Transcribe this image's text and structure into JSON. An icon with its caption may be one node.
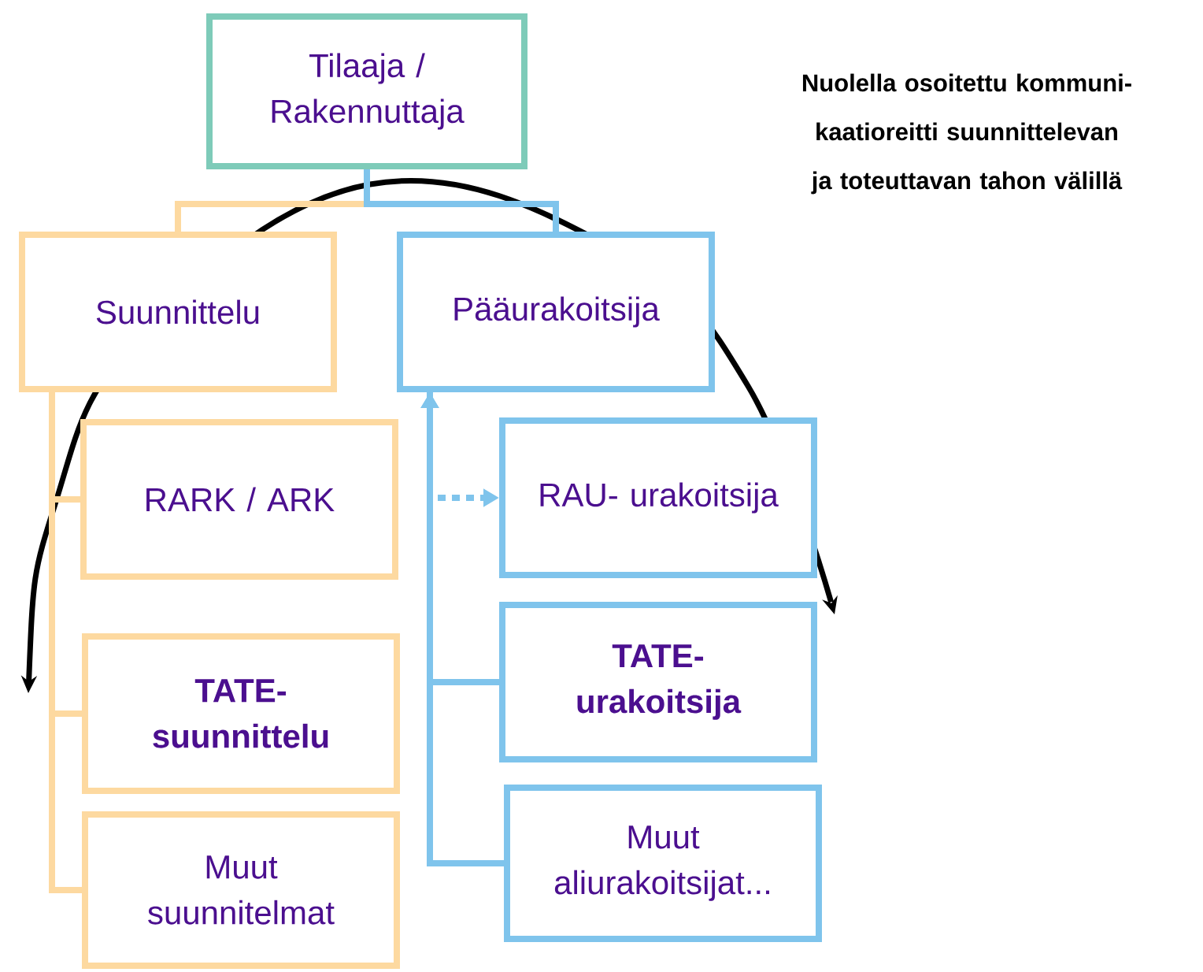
{
  "diagram": {
    "nodes": [
      {
        "text": [
          "Tilaaja / Rakennuttaja"
        ]
      },
      {
        "text": [
          "Suunnittelu"
        ]
      },
      {
        "text": [
          "Pääurakoitsija"
        ]
      },
      {
        "text": [
          "RARK / ARK"
        ]
      },
      {
        "text": [
          "TATE- suunnittelu"
        ]
      },
      {
        "text": [
          "Muut suunnitelmat"
        ]
      },
      {
        "text": [
          "RAU- urakoitsija"
        ]
      },
      {
        "text": [
          "TATE- urakoitsija"
        ]
      },
      {
        "text": [
          "Muut aliurakoitsijat..."
        ]
      }
    ],
    "edges": [
      {
        "from": 0,
        "to": 1,
        "arrow": "none",
        "color": "#fdd9a0"
      },
      {
        "from": 0,
        "to": 2,
        "arrow": "none",
        "color": "#7fc4ec"
      },
      {
        "from": 1,
        "to": 3,
        "arrow": "none",
        "color": "#fdd9a0"
      },
      {
        "from": 1,
        "to": 4,
        "arrow": "none",
        "color": "#fdd9a0"
      },
      {
        "from": 1,
        "to": 5,
        "arrow": "none",
        "color": "#fdd9a0"
      },
      {
        "from": 2,
        "to": 6,
        "arrow": "to",
        "style": "dashed",
        "color": "#7fc4ec"
      },
      {
        "from": 7,
        "to": 2,
        "arrow": "to",
        "color": "#7fc4ec"
      },
      {
        "from": 8,
        "to": 2,
        "arrow": "to",
        "color": "#7fc4ec"
      }
    ],
    "labels": [
      "Nuolella osoitettu kommuni- kaatioreitti suunnittelevan ja toteuttavan tahon välillä"
    ]
  }
}
